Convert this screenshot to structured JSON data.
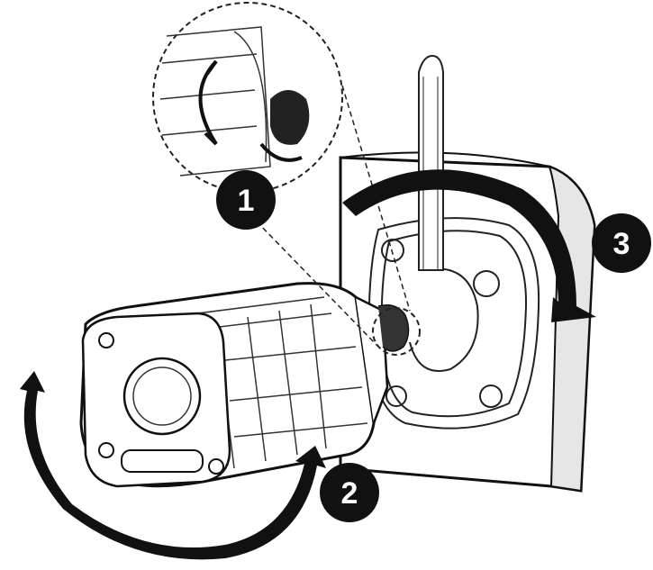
{
  "steps": [
    {
      "number": "1"
    },
    {
      "number": "2"
    },
    {
      "number": "3"
    }
  ],
  "colors": {
    "ink": "#111111",
    "line": "#222222",
    "wall_shade": "#e6e6e6",
    "background": "#ffffff"
  },
  "icons": [
    "rotate-arrow-icon",
    "dashed-zoom-circle"
  ]
}
